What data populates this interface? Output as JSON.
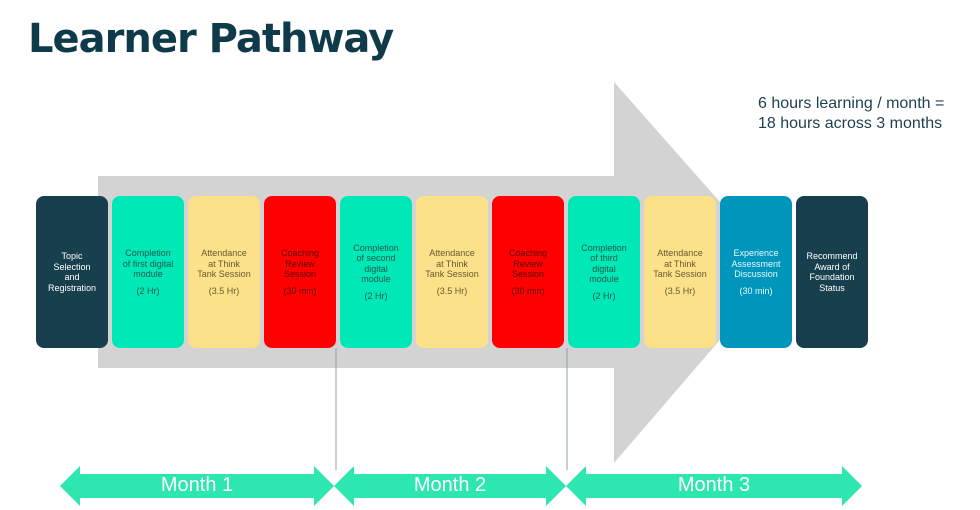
{
  "title": "Learner Pathway",
  "note": {
    "line1": "6 hours learning / month =",
    "line2": "18 hours across 3 months"
  },
  "colors": {
    "navy": "#173f4e",
    "green": "#00e8b5",
    "yellow": "#fbe28a",
    "red": "#fe0000",
    "blue": "#0096bb",
    "arrow": "#d3d3d3",
    "month_arrow": "#2de6b0"
  },
  "steps": [
    {
      "title": "Topic\nSelection\nand\nRegistration",
      "duration": "",
      "color": "navy"
    },
    {
      "title": "Completion\nof first digital\nmodule",
      "duration": "(2 Hr)",
      "color": "green"
    },
    {
      "title": "Attendance\nat Think\nTank Session",
      "duration": "(3.5 Hr)",
      "color": "yellow"
    },
    {
      "title": "Coaching\nReview\nSession",
      "duration": "(30 min)",
      "color": "red"
    },
    {
      "title": "Completion\nof second\ndigital\nmodule",
      "duration": "(2 Hr)",
      "color": "green"
    },
    {
      "title": "Attendance\nat Think\nTank Session",
      "duration": "(3.5 Hr)",
      "color": "yellow"
    },
    {
      "title": "Coaching\nReview\nSession",
      "duration": "(30 min)",
      "color": "red"
    },
    {
      "title": "Completion\nof third\ndigital\nmodule",
      "duration": "(2 Hr)",
      "color": "green"
    },
    {
      "title": "Attendance\nat Think\nTank Session",
      "duration": "(3.5 Hr)",
      "color": "yellow"
    },
    {
      "title": "Experience\nAssessment\nDiscussion",
      "duration": "(30 min)",
      "color": "blue"
    },
    {
      "title": "Recommend\nAward of\nFoundation\nStatus",
      "duration": "",
      "color": "navy"
    }
  ],
  "months": [
    "Month 1",
    "Month 2",
    "Month 3"
  ]
}
